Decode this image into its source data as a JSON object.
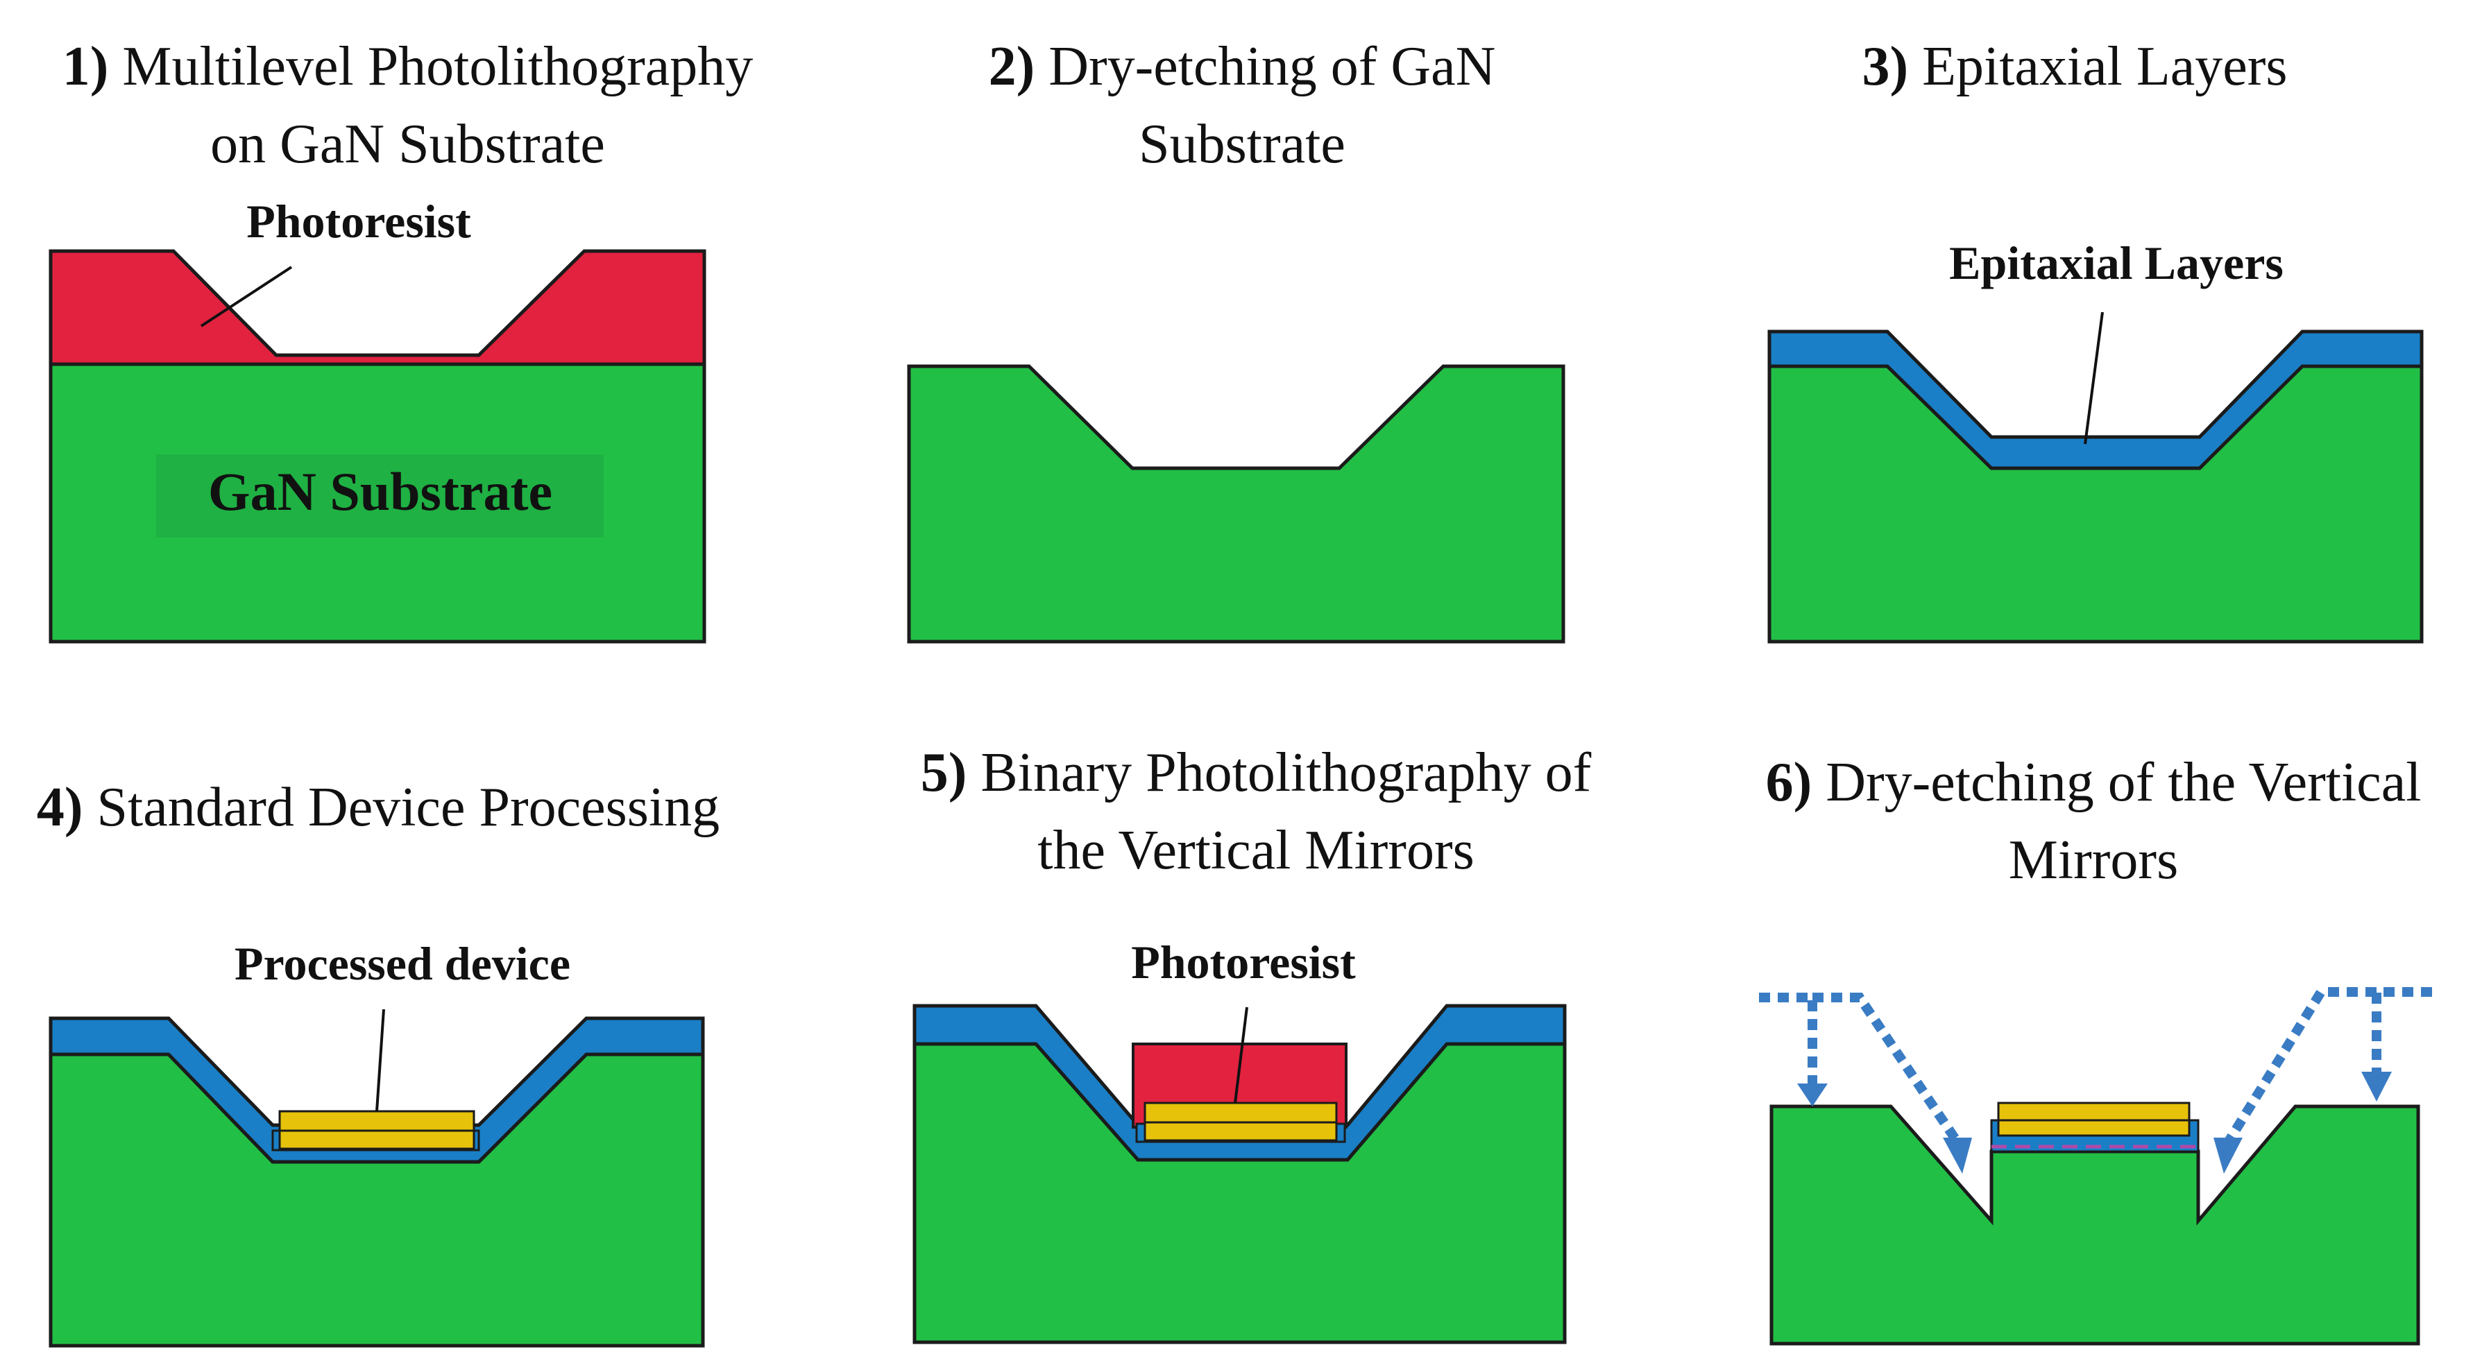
{
  "colors": {
    "gan_substrate": "#22bf46",
    "photoresist": "#e32240",
    "epitaxial": "#1a7fc6",
    "device": "#e6c20a",
    "mirror_arrows": "#3a7cc4",
    "outline": "#1b1b1b"
  },
  "steps": [
    {
      "number": "1)",
      "line1": "Multilevel Photolithography",
      "line2": "on GaN Substrate"
    },
    {
      "number": "2)",
      "line1": "Dry-etching of GaN",
      "line2": "Substrate"
    },
    {
      "number": "3)",
      "line1": "Epitaxial Layers",
      "line2": ""
    },
    {
      "number": "4)",
      "line1": "Standard Device Processing",
      "line2": ""
    },
    {
      "number": "5)",
      "line1": "Binary Photolithography of",
      "line2": "the Vertical Mirrors"
    },
    {
      "number": "6)",
      "line1": "Dry-etching of the Vertical",
      "line2": "Mirrors"
    }
  ],
  "labels": {
    "photoresist_1": "Photoresist",
    "gan_substrate": "GaN Substrate",
    "epitaxial_layers": "Epitaxial Layers",
    "processed_device": "Processed device",
    "photoresist_5": "Photoresist"
  }
}
